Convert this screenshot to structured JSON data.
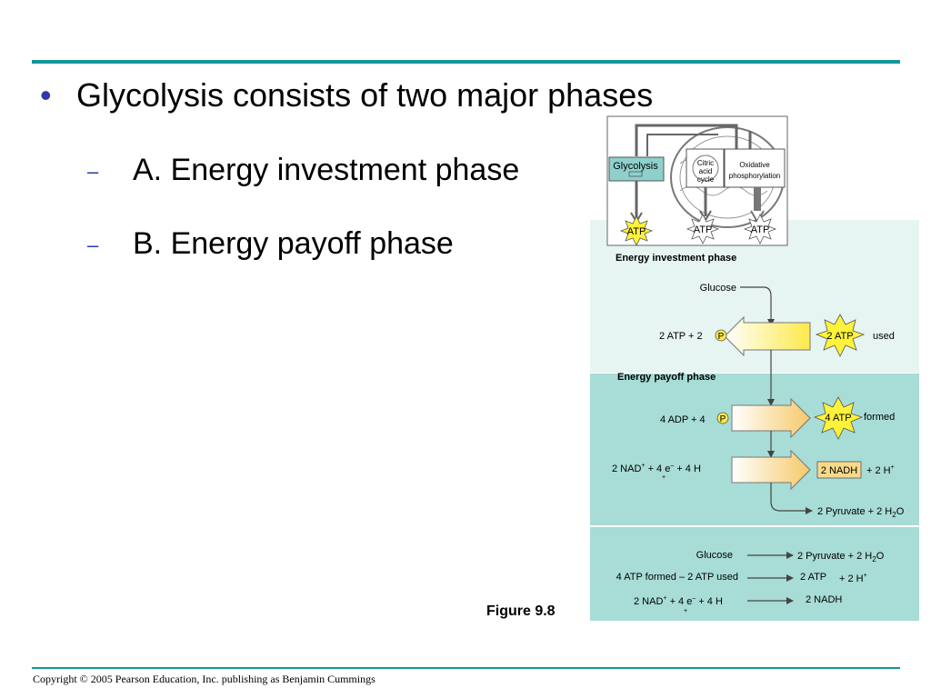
{
  "bullets": {
    "main": "Glycolysis consists of two major phases",
    "sub": [
      "A. Energy investment phase",
      "B. Energy payoff phase"
    ],
    "bullet_symbol": "•",
    "dash_symbol": "–"
  },
  "inset": {
    "glycolysis": "Glycolysis",
    "citric": [
      "Citric",
      "acid",
      "cycle"
    ],
    "oxidative": [
      "Oxidative",
      "phosphorylation"
    ],
    "atp": "ATP"
  },
  "investment": {
    "heading": "Energy investment phase",
    "glucose": "Glucose",
    "input": "2 ATP + 2",
    "p": "P",
    "burst": "2 ATP",
    "used": "used"
  },
  "payoff": {
    "heading": "Energy payoff phase",
    "adp": "4 ADP + 4",
    "p": "P",
    "burst": "4 ATP",
    "formed": "formed",
    "nad_left": "2 NAD",
    "nad_rest": "+ 4 e",
    "nad_end": "+ 4 H",
    "nadh": "2 NADH",
    "h_plus": "+ 2 H",
    "pyruvate": "2 Pyruvate + 2 H",
    "h2o_sub": "2",
    "h2o_o": "O"
  },
  "summary": {
    "glucose": "Glucose",
    "pyruvate": "2 Pyruvate + 2 H",
    "h2o_sub": "2",
    "h2o_o": "O",
    "atp_left": "4 ATP formed – 2 ATP used",
    "atp_right": "2 ATP",
    "h_plus": "+ 2 H",
    "nad_left": "2 NAD",
    "nad_rest": "+ 4 e",
    "nad_end": "+ 4 H",
    "nadh": "2 NADH"
  },
  "sup": {
    "plus": "+",
    "minus": "–"
  },
  "figure_label": "Figure 9.8",
  "copyright": "Copyright © 2005 Pearson Education, Inc. publishing as Benjamin Cummings",
  "colors": {
    "rule": "#13959a",
    "bullet": "#2c3aa6",
    "panel_light": "#e6f4f2",
    "panel_mid": "#a8dcd6",
    "burst": "#fff23a",
    "nadh_box": "#f7d98a"
  }
}
